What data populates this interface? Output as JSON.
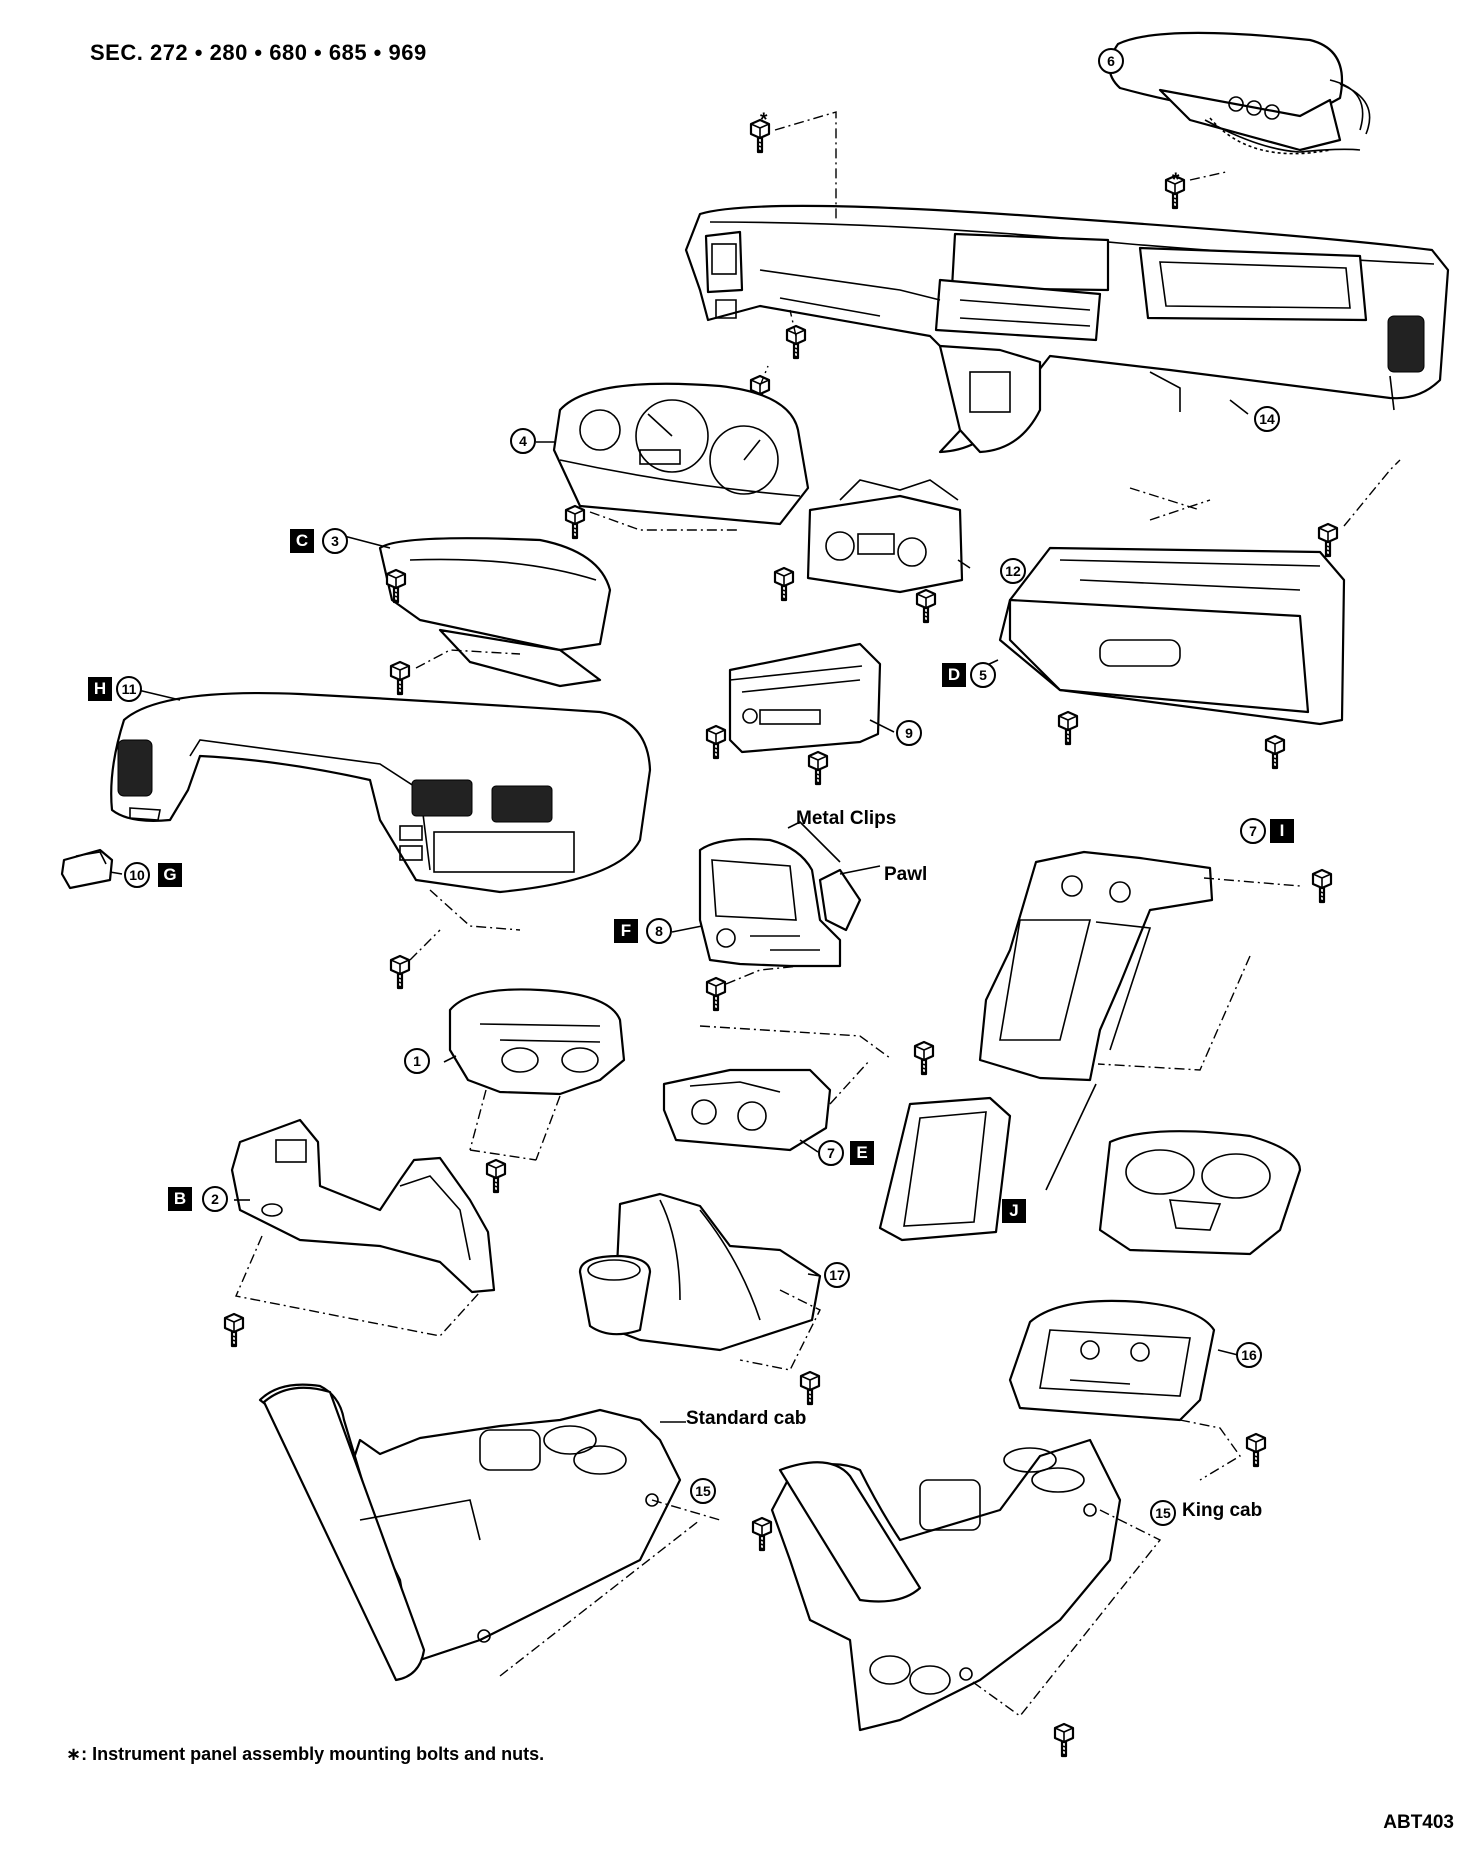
{
  "header": "SEC. 272 • 280 • 680 • 685 • 969",
  "footnote": "∗: Instrument panel assembly mounting bolts and nuts.",
  "diagram_code": "ABT403",
  "callouts": {
    "metal_clips": "Metal Clips",
    "pawl": "Pawl",
    "standard_cab": "Standard cab",
    "king_cab": "King cab",
    "asterisk": "*"
  },
  "parts": {
    "p1": "1",
    "p2": "2",
    "p3": "3",
    "p4": "4",
    "p5": "5",
    "p6": "6",
    "p7a": "7",
    "p7b": "7",
    "p8": "8",
    "p9": "9",
    "p10": "10",
    "p11": "11",
    "p12": "12",
    "p14": "14",
    "p15a": "15",
    "p15b": "15",
    "p16": "16",
    "p17": "17"
  },
  "letters": {
    "B": "B",
    "C": "C",
    "D": "D",
    "E": "E",
    "F": "F",
    "G": "G",
    "H": "H",
    "I": "I",
    "J": "J"
  }
}
